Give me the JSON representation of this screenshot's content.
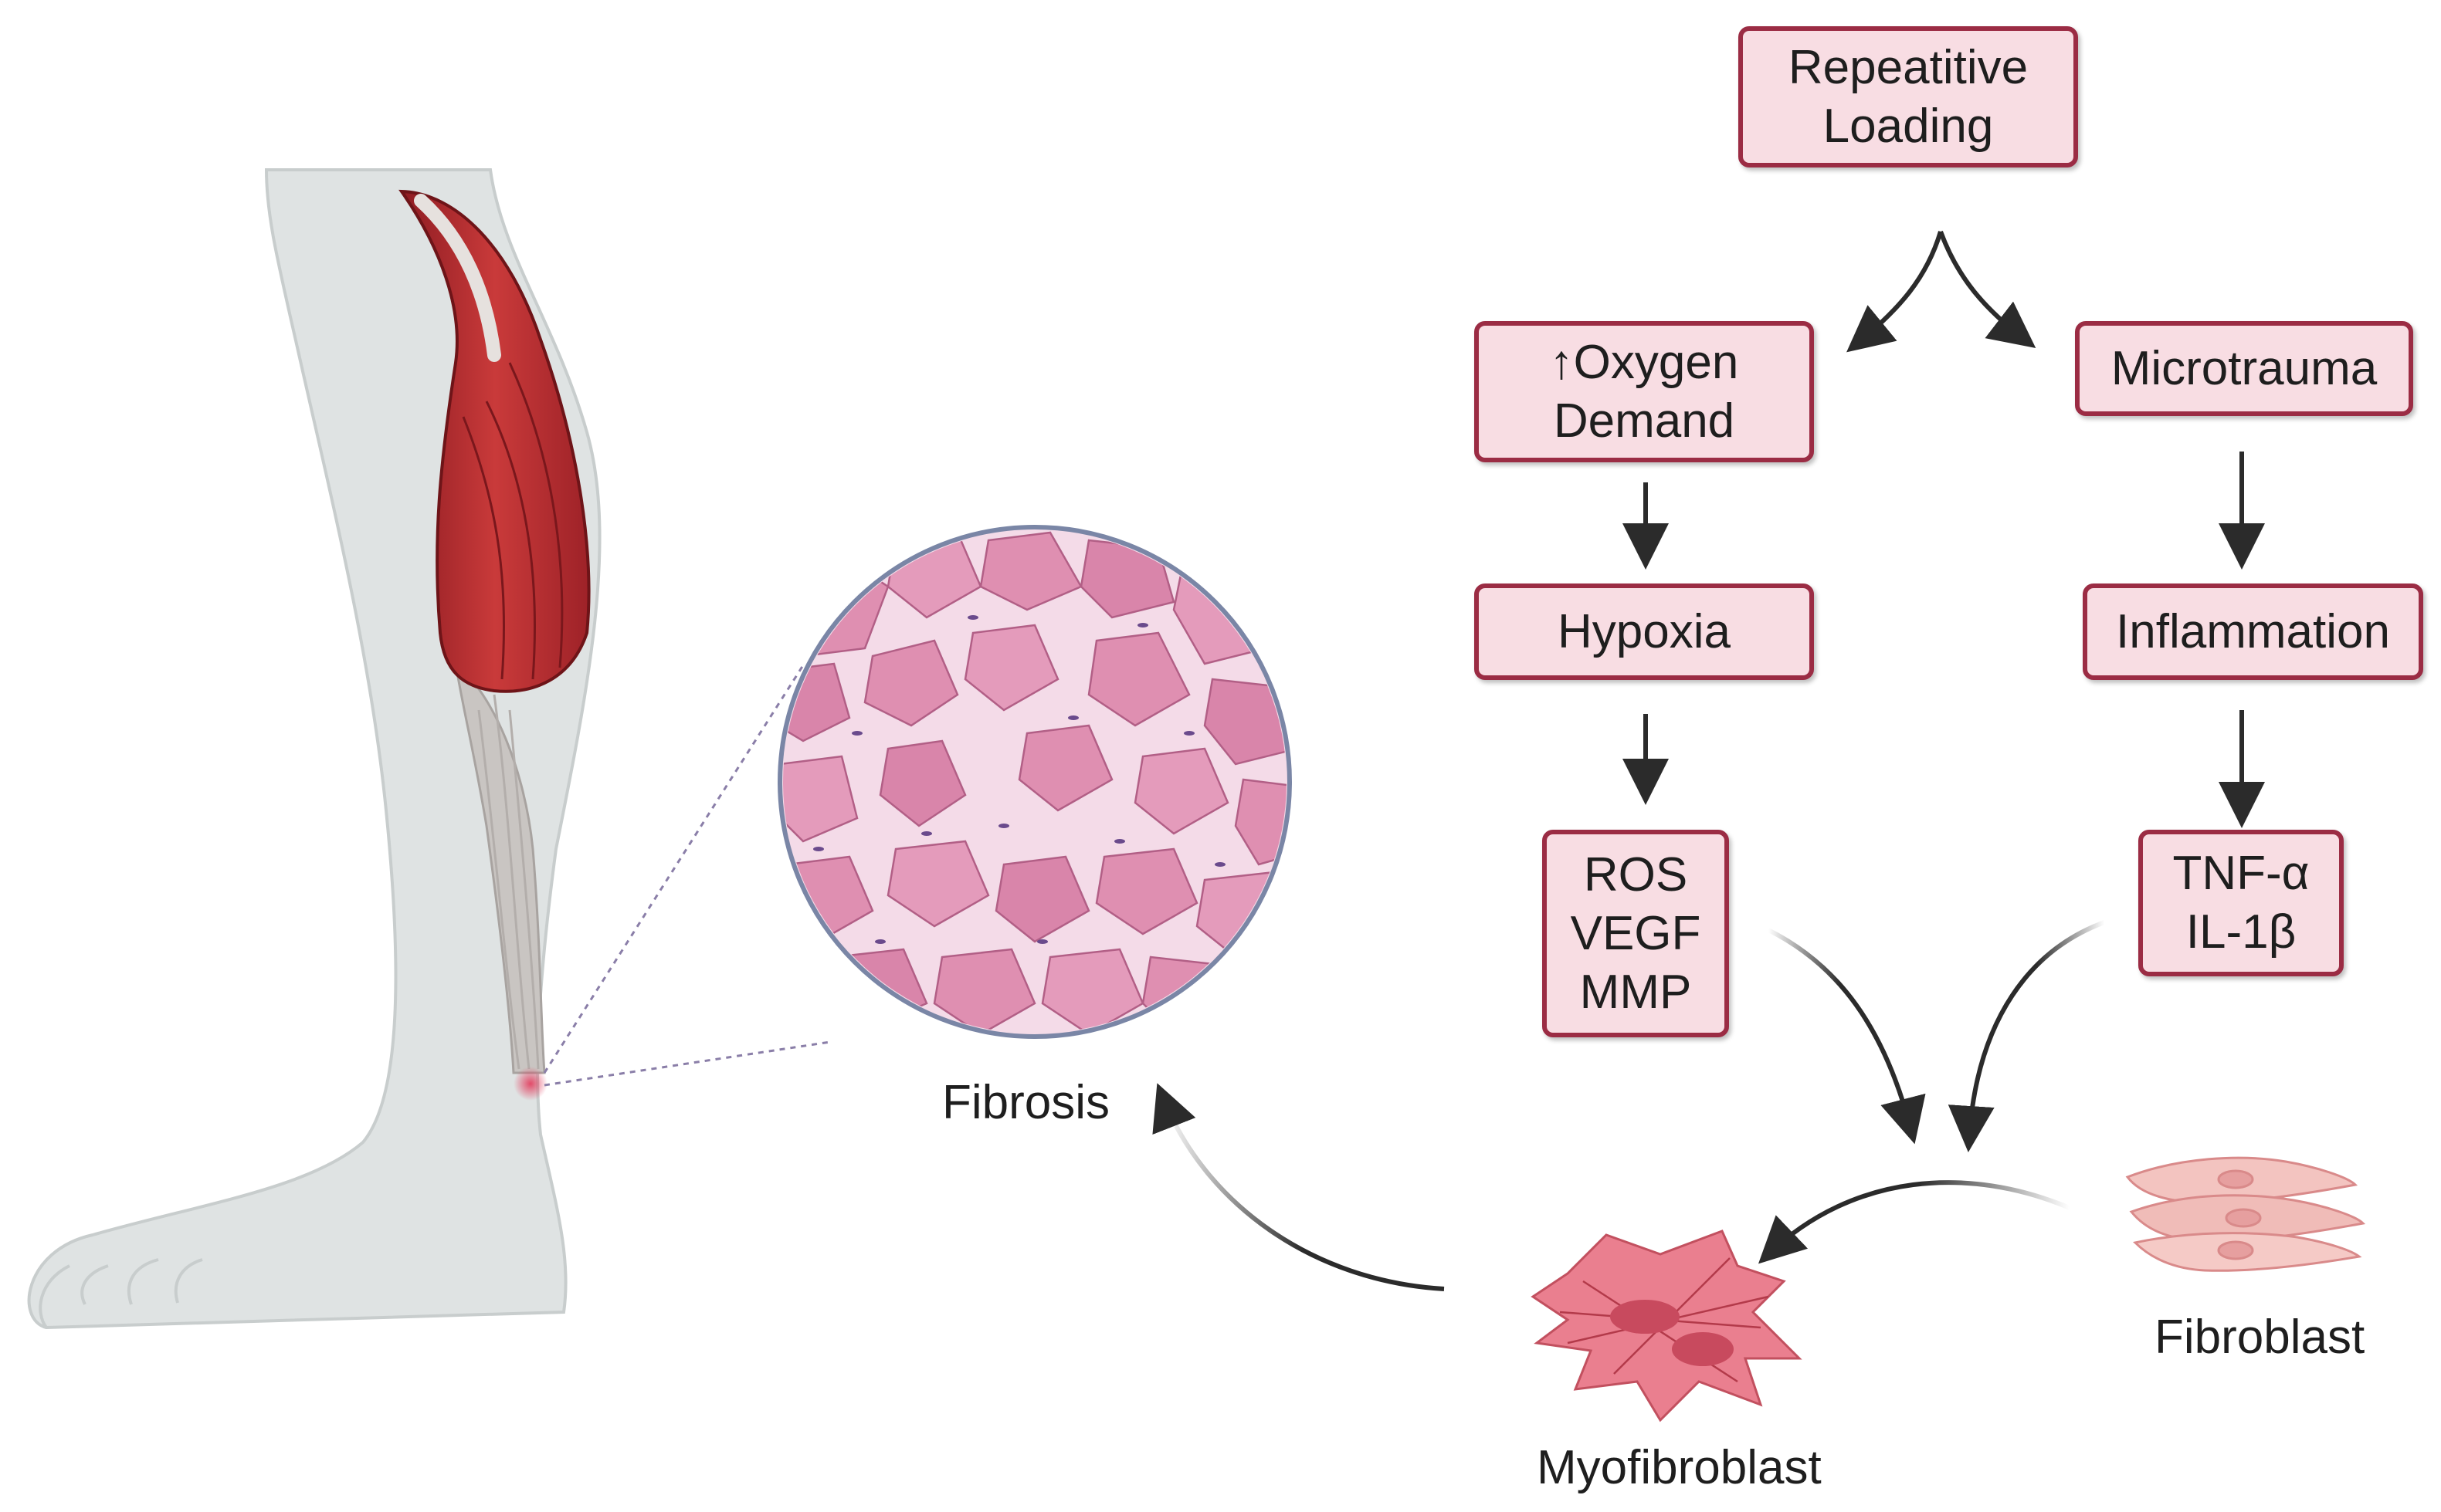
{
  "nodes": {
    "repetitive_loading": "Repeatitive\nLoading",
    "oxygen_demand": "↑Oxygen\nDemand",
    "microtrauma": "Microtrauma",
    "hypoxia": "Hypoxia",
    "inflammation": "Inflammation",
    "ros_vegf_mmp": "ROS\nVEGF\nMMP",
    "tnf_il1": "TNF-α\nIL-1β"
  },
  "labels": {
    "fibrosis": "Fibrosis",
    "fibroblast": "Fibroblast",
    "myofibroblast": "Myofibroblast"
  },
  "colors": {
    "box_fill": "#f8dde3",
    "box_border": "#9b2c44",
    "arrow": "#2b2b2b",
    "leg_skin": "#dfe3e3",
    "muscle": "#b5262b",
    "tissue_pink": "#df8fb1"
  }
}
